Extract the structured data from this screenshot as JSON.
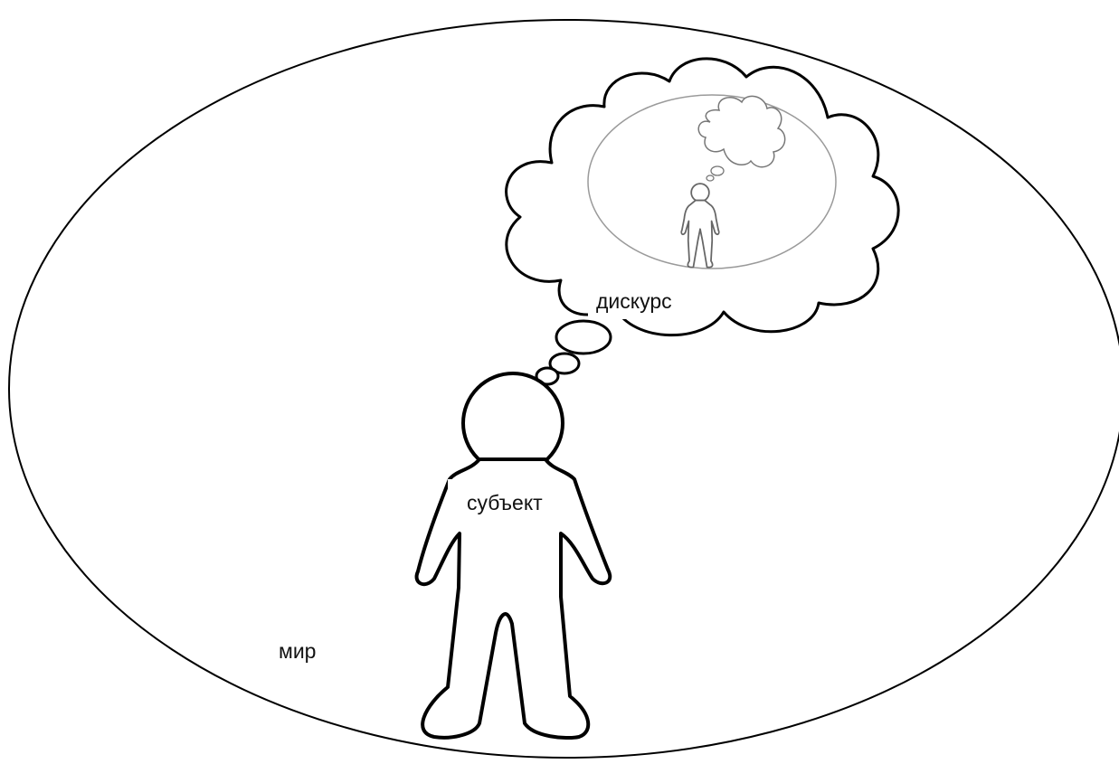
{
  "diagram": {
    "labels": {
      "world": "мир",
      "subject": "субъект",
      "discourse": "дискурс"
    },
    "colors": {
      "background": "#ffffff",
      "stroke": "#000000",
      "inner_stroke": "#9a9a9a",
      "text": "#111111"
    }
  }
}
